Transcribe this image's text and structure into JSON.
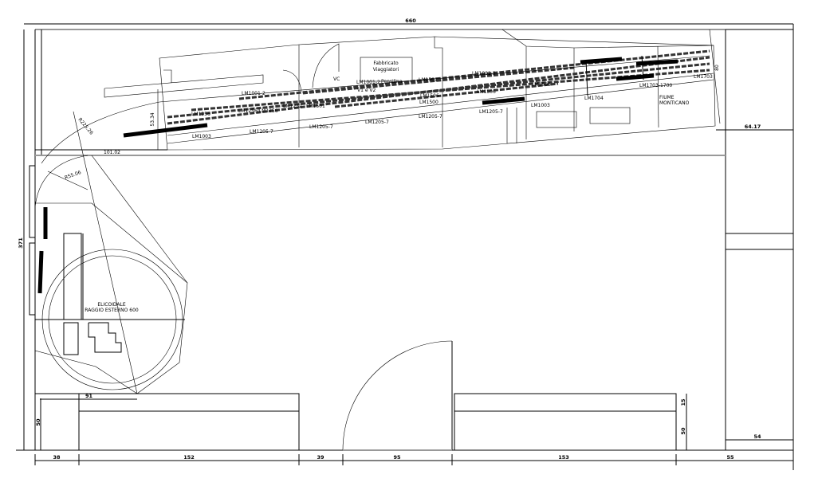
{
  "dimensions": {
    "overall_width": "660",
    "overall_height": "371",
    "right_strip_width": "64.17",
    "right_bottom_width": "54",
    "track_band_width": "80",
    "station_depth": "53.34",
    "curve_radius_outer": "R225.26",
    "curve_radius_inner": "R55.06",
    "curve_offset": "101.02",
    "helix_offset": "91",
    "bench_left_depth": "50",
    "bench_right_top": "15",
    "bench_right_depth": "50",
    "bottom": [
      "38",
      "152",
      "39",
      "95",
      "153",
      "55"
    ]
  },
  "buildings": {
    "station_line1": "Fabbricato",
    "station_line2": "Viaggiatori",
    "vc": "VC",
    "canopy": "Pensilina",
    "tracks_v1v2": "V1 e V2",
    "river_line1": "FIUME",
    "river_line2": "MONTICANO"
  },
  "helix": {
    "title": "ELICOIDALE",
    "subtitle": "RAGGIO ESTERNO 600"
  },
  "track_labels": [
    "LM1003",
    "LM1256",
    "LM1001-2",
    "LM1256/LM1256",
    "LM1232",
    "LM1501",
    "LM1205-7",
    "LM1205-7",
    "LM1001-2",
    "LM1501",
    "LM1506",
    "LM1205-7",
    "LM1205-7",
    "LM1001-2",
    "LM1506",
    "LM1506",
    "LM1205-7",
    "LM1003",
    "LM1704",
    "LM1703-1700",
    "LM1703",
    "LM1500"
  ]
}
